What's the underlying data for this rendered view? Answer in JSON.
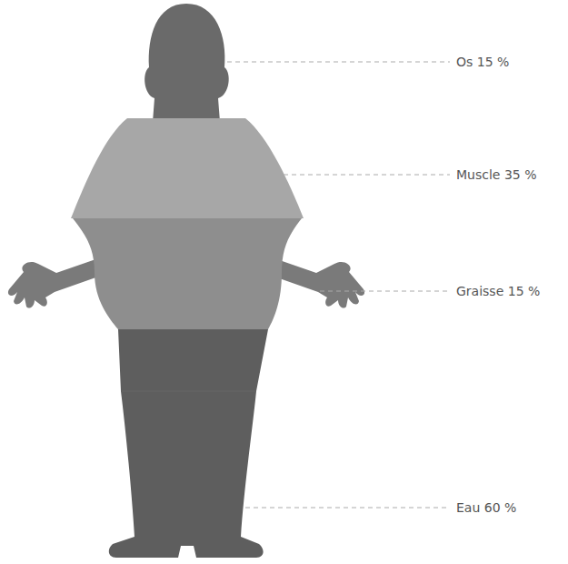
{
  "diagram": {
    "labels": [
      "Os 15 %",
      "Muscle 35 %",
      "Graisse 15 %",
      "Eau 60 %"
    ]
  }
}
